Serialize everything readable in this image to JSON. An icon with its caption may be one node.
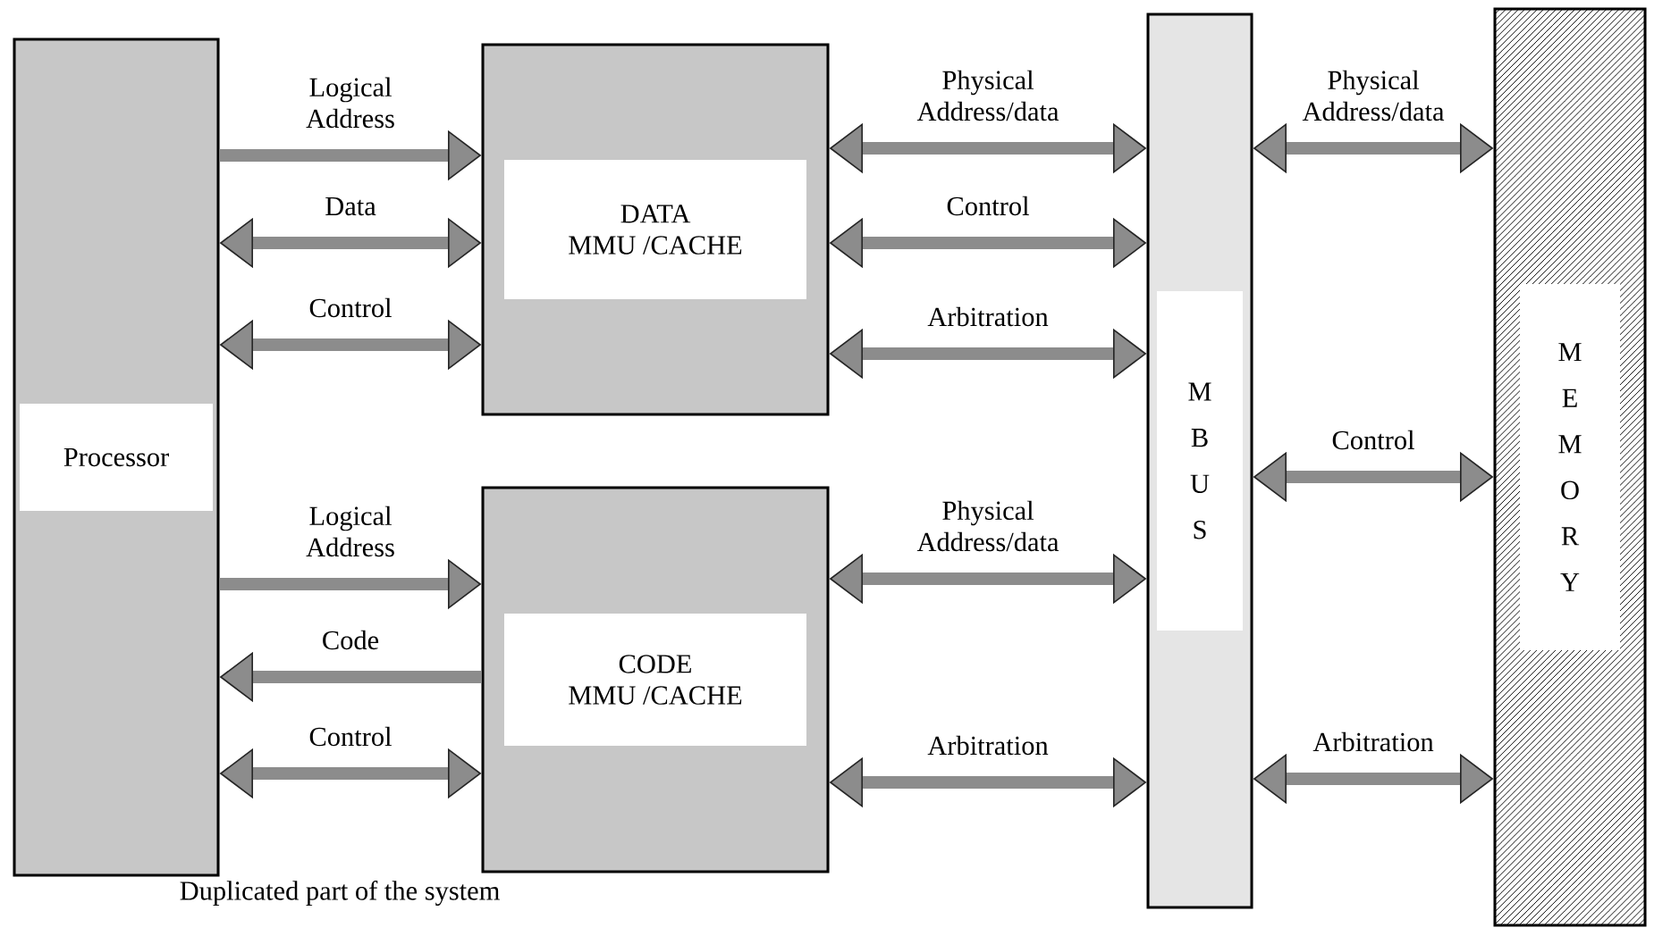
{
  "diagram": {
    "caption": "Duplicated part of the system",
    "nodes": [
      {
        "text": [
          "Processor"
        ]
      },
      {
        "text": [
          "DATA",
          "MMU /CACHE"
        ]
      },
      {
        "text": [
          "CODE",
          "MMU /CACHE"
        ]
      },
      {
        "text": [
          "M BUS"
        ]
      },
      {
        "text": [
          "MEMORY"
        ]
      }
    ],
    "edges": [
      {
        "from": 0,
        "to": 1,
        "arrow": "to",
        "label": "Logical Address"
      },
      {
        "from": 0,
        "to": 1,
        "arrow": "both",
        "label": "Data"
      },
      {
        "from": 0,
        "to": 1,
        "arrow": "both",
        "label": "Control"
      },
      {
        "from": 1,
        "to": 3,
        "arrow": "both",
        "label": "Physical Address/data"
      },
      {
        "from": 1,
        "to": 3,
        "arrow": "both",
        "label": "Control"
      },
      {
        "from": 1,
        "to": 3,
        "arrow": "both",
        "label": "Arbitration"
      },
      {
        "from": 3,
        "to": 4,
        "arrow": "both",
        "label": "Physical Address/data"
      },
      {
        "from": 3,
        "to": 4,
        "arrow": "both",
        "label": "Control"
      },
      {
        "from": 3,
        "to": 4,
        "arrow": "both",
        "label": "Arbitration"
      },
      {
        "from": 0,
        "to": 2,
        "arrow": "to",
        "label": "Logical Address"
      },
      {
        "from": 2,
        "to": 0,
        "arrow": "to",
        "label": "Code"
      },
      {
        "from": 0,
        "to": 2,
        "arrow": "both",
        "label": "Control"
      },
      {
        "from": 2,
        "to": 3,
        "arrow": "both",
        "label": "Physical Address/data"
      },
      {
        "from": 2,
        "to": 3,
        "arrow": "both",
        "label": "Arbitration"
      }
    ]
  }
}
